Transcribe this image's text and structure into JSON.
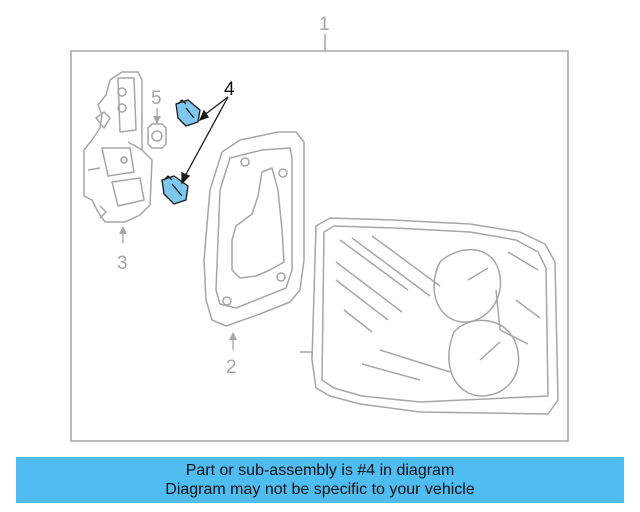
{
  "diagram": {
    "callouts": {
      "assembly": "1",
      "lamp_gasket": "2",
      "bulb_holder": "3",
      "bulbs": "4",
      "socket": "5"
    },
    "highlight_color": "#7ec8f0",
    "line_color": "#a6a6a6"
  },
  "caption": {
    "line1": "Part or sub-assembly is #4 in diagram",
    "line2": "Diagram may not be specific to your vehicle",
    "background": "#4fbcf2"
  }
}
